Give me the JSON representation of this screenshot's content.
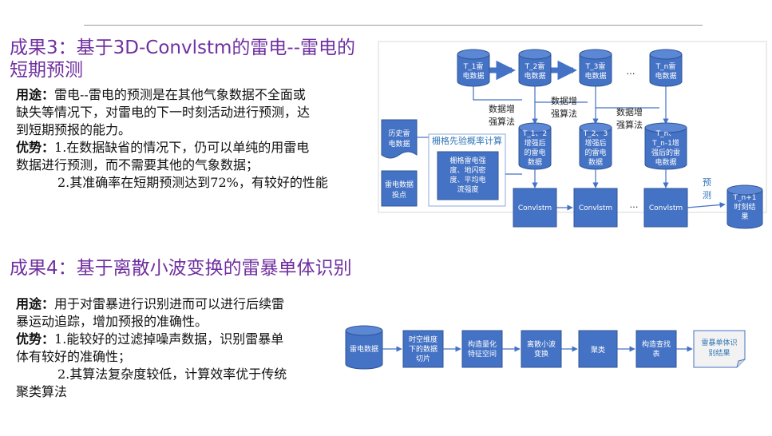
{
  "section3": {
    "title_line1": "成果3：基于3D-Convlstm的雷电--雷电的",
    "title_line2": "短期预测",
    "usage_label": "用途：",
    "usage_text_1": "雷电--雷电的预测是在其他气象数据不全面或",
    "usage_text_2": "缺失等情况下，对雷电的下一时刻活动进行预测，达",
    "usage_text_3": "到短期预报的能力。",
    "adv_label": "优势：",
    "adv_1a": "1.在数据缺省的情况下，仍可以单纯的用雷电",
    "adv_1b": "数据进行预测，而不需要其他的气象数据；",
    "adv_2": "2.其准确率在短期预测达到72%，有较好的性能"
  },
  "section4": {
    "title": "成果4：基于离散小波变换的雷暴单体识别",
    "usage_label": "用途：",
    "usage_text_1": "用于对雷暴进行识别进而可以进行后续雷",
    "usage_text_2": "暴运动追踪，增加预报的准确性。",
    "adv_label": "优势：",
    "adv_1a": "1.能较好的过滤掉噪声数据，识别雷暴单",
    "adv_1b": "体有较好的准确性；",
    "adv_2a": "2.其算法复杂度较低，计算效率优于传统",
    "adv_2b": "聚类算法"
  },
  "diagram1": {
    "t1": [
      "T_1雷",
      "电数据"
    ],
    "t2": [
      "T_2雷",
      "电数据"
    ],
    "t3": [
      "T_3雷",
      "电数据"
    ],
    "tn": [
      "T_n雷",
      "电数据"
    ],
    "dots_top": "…",
    "aug_left": [
      "数据增",
      "强算法"
    ],
    "aug_mid": [
      "数据增",
      "强算法"
    ],
    "aug_right": [
      "数据增",
      "强算法"
    ],
    "hist": [
      "历史雷",
      "电数据"
    ],
    "grid_title": "栅格先验概率计算",
    "grid_box": [
      "栅格雷电强",
      "度、地闪密",
      "度、平均电",
      "流强度"
    ],
    "e1": [
      "T_1、2",
      "增强后",
      "的雷电",
      "数据"
    ],
    "e2": [
      "T_2、3",
      "增强后",
      "的雷电",
      "数据"
    ],
    "en": [
      "T_n、",
      "T_n-1增",
      "强后的雷",
      "电数据"
    ],
    "points": [
      "雷电数据",
      "投点"
    ],
    "conv1": "Convlstm",
    "conv2": "Convlstm",
    "conv3": "Convlstm",
    "dots_bottom": "…",
    "predict": [
      "预",
      "测"
    ],
    "out": [
      "T_n+1",
      "时刻结",
      "果"
    ]
  },
  "diagram2": {
    "src": "雷电数据",
    "s1": [
      "时空维度",
      "下的数据",
      "切片"
    ],
    "s2": [
      "构造量化",
      "特征空间"
    ],
    "s3": [
      "离散小波",
      "变换"
    ],
    "s4": "聚类",
    "s5": [
      "构造查找",
      "表"
    ],
    "result": [
      "雷暴单体识",
      "别结果"
    ]
  },
  "colors": {
    "title": "#7030a0",
    "node_fill": "#4472c4",
    "node_stroke": "#2f5597",
    "arrow": "#4472c4",
    "grid_border": "#8faadc"
  }
}
